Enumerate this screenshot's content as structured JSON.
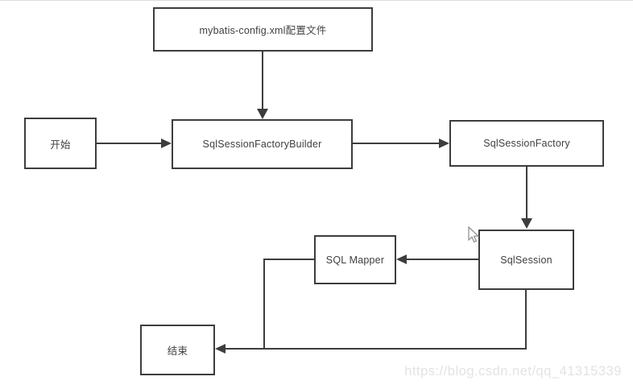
{
  "diagram": {
    "title_hint": "MyBatis flow diagram",
    "nodes": {
      "config": {
        "label": "mybatis-config.xml配置文件"
      },
      "start": {
        "label": "开始"
      },
      "builder": {
        "label": "SqlSessionFactoryBuilder"
      },
      "factory": {
        "label": "SqlSessionFactory"
      },
      "session": {
        "label": "SqlSession"
      },
      "mapper": {
        "label": "SQL Mapper"
      },
      "end": {
        "label": "结束"
      }
    },
    "edges": [
      "config -> builder",
      "start -> builder",
      "builder -> factory",
      "factory -> session",
      "session -> mapper",
      "mapper -> end",
      "session -> end"
    ],
    "colors": {
      "line": "#3d3d3d",
      "text": "#3f3f3f",
      "background": "#ffffff",
      "watermark": "#e3e3e3"
    }
  },
  "watermark": {
    "text": "https://blog.csdn.net/qq_41315339"
  },
  "cursor": {
    "type": "arrow-pointer"
  }
}
